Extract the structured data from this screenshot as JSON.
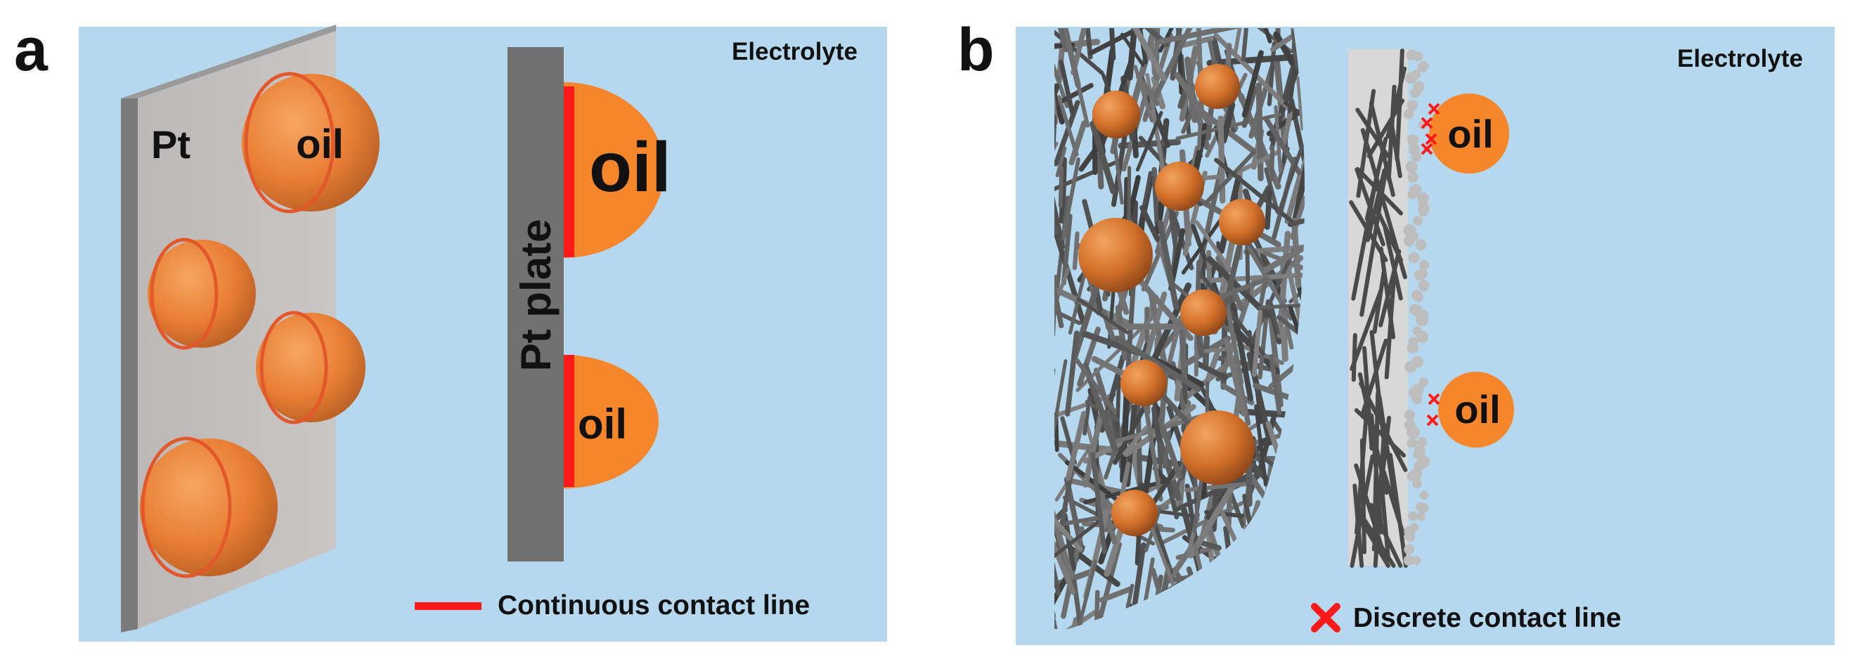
{
  "panel_a": {
    "letter": "a",
    "electrolyte_label": "Electrolyte",
    "pt_label": "Pt",
    "oil_label_large": "oil",
    "pt_plate_label": "Pt plate",
    "oil_label_big": "oil",
    "oil_label_small": "oil",
    "legend_label": "Continuous contact line"
  },
  "panel_b": {
    "letter": "b",
    "electrolyte_label": "Electrolyte",
    "oil_label_top": "oil",
    "oil_label_bottom": "oil",
    "legend_label": "Discrete contact line"
  },
  "colors": {
    "electrolyte": "#b5d8ef",
    "oil": "#f6862c",
    "contact_line": "#ff1a1a",
    "pt_plate": "#717171",
    "pt_sheet": "#c4bfbf",
    "fiber": "#4a4a4a",
    "particle": "#bdbdbd"
  }
}
